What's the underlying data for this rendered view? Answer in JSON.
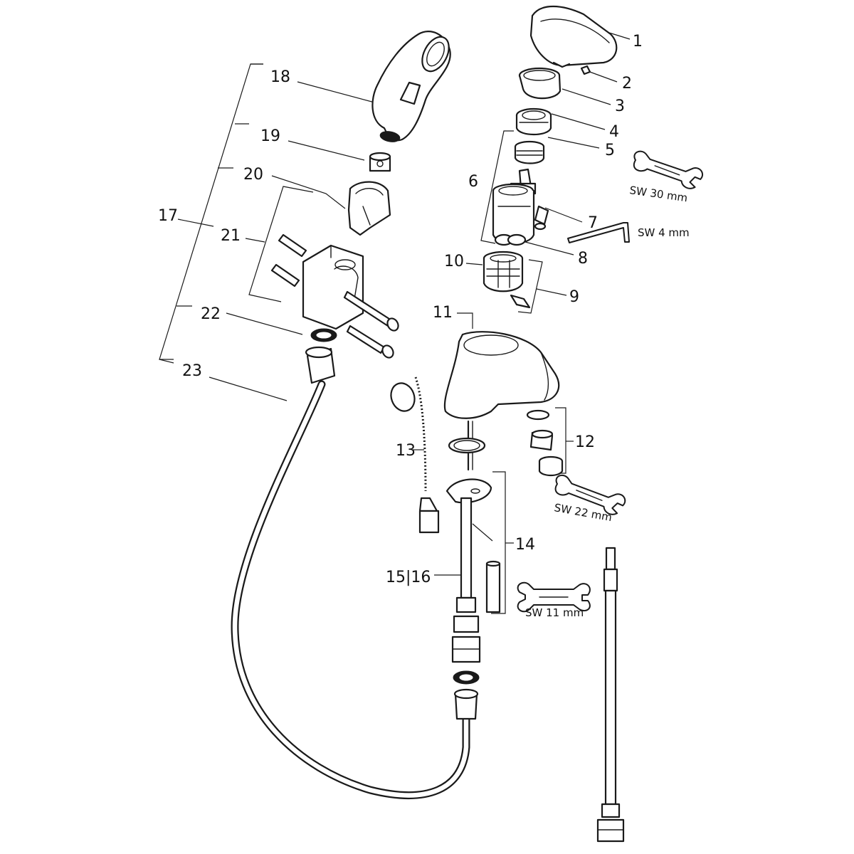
{
  "diagram": {
    "callouts": {
      "c1": "1",
      "c2": "2",
      "c3": "3",
      "c4": "4",
      "c5": "5",
      "c6": "6",
      "c7": "7",
      "c8": "8",
      "c9": "9",
      "c10": "10",
      "c11": "11",
      "c12": "12",
      "c13": "13",
      "c14": "14",
      "c15_16": "15|16",
      "c17": "17",
      "c18": "18",
      "c19": "19",
      "c20": "20",
      "c21": "21",
      "c22": "22",
      "c23": "23"
    },
    "tool_labels": {
      "sw30": "SW 30 mm",
      "sw4": "SW 4 mm",
      "sw22": "SW 22 mm",
      "sw11": "SW 11 mm"
    },
    "colors": {
      "line": "#1a1a1a",
      "background": "#ffffff"
    }
  }
}
